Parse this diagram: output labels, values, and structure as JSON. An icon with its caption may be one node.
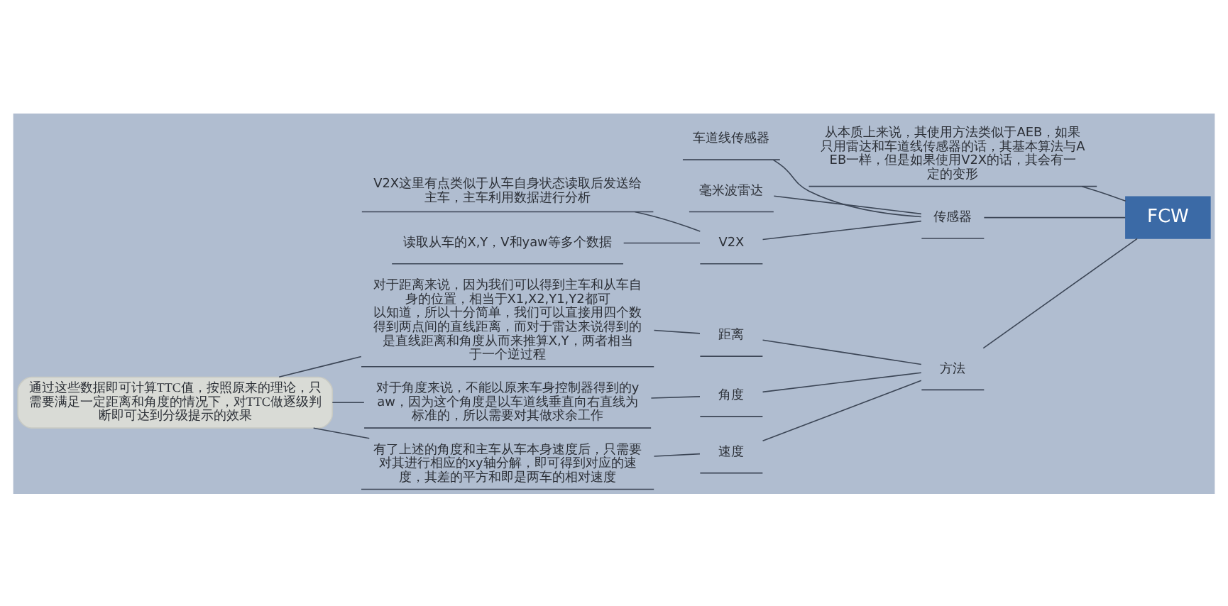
{
  "diagram": {
    "nodes": [
      {
        "text": [
          "FCW"
        ]
      },
      {
        "text": [
          "从本质上来说，其使用方法类似于AEB，如果只用雷达和车道线传感器的话，其基本算法与AEB一样，但是如果使用V2X的话，其会有一定的变形"
        ]
      },
      {
        "text": [
          "传感器"
        ]
      },
      {
        "text": [
          "车道线传感器"
        ]
      },
      {
        "text": [
          "毫米波雷达"
        ]
      },
      {
        "text": [
          "V2X"
        ]
      },
      {
        "text": [
          "V2X这里有点类似于从车自身状态读取后发送给主车，主车利用数据进行分析"
        ]
      },
      {
        "text": [
          "读取从车的X,Y，V和yaw等多个数据"
        ]
      },
      {
        "text": [
          "方法"
        ]
      },
      {
        "text": [
          "距离"
        ]
      },
      {
        "text": [
          "对于距离来说，因为我们可以得到主车和从车自身的位置，相当于X1,X2,Y1,Y2都可以知道，所以十分简单，我们可以直接用四个数得到两点间的直线距离，而对于雷达来说得到的是直线距离和角度从而来推算X,Y，两者相当于一个逆过程"
        ]
      },
      {
        "text": [
          "角度"
        ]
      },
      {
        "text": [
          "对于角度来说，不能以原来车身控制器得到的yaw，因为这个角度是以车道线垂直向右直线为标准的，所以需要对其做求余工作"
        ]
      },
      {
        "text": [
          "速度"
        ]
      },
      {
        "text": [
          "有了上述的角度和主车从车本身速度后，只需要对其进行相应的xy轴分解，即可得到对应的速度，其差的平方和即是两车的相对速度"
        ]
      },
      {
        "text": [
          "通过这些数据即可计算TTC值，按照原来的理论，只需要满足一定距离和角度的情况下，对TTC做逐级判断即可达到分级提示的效果"
        ]
      }
    ],
    "edges": [
      {
        "from": 0,
        "to": 1,
        "arrow": "none"
      },
      {
        "from": 0,
        "to": 2,
        "arrow": "none"
      },
      {
        "from": 2,
        "to": 3,
        "arrow": "none"
      },
      {
        "from": 2,
        "to": 4,
        "arrow": "none"
      },
      {
        "from": 2,
        "to": 5,
        "arrow": "none"
      },
      {
        "from": 5,
        "to": 6,
        "arrow": "none"
      },
      {
        "from": 5,
        "to": 7,
        "arrow": "none"
      },
      {
        "from": 0,
        "to": 8,
        "arrow": "none"
      },
      {
        "from": 8,
        "to": 9,
        "arrow": "none"
      },
      {
        "from": 9,
        "to": 10,
        "arrow": "none"
      },
      {
        "from": 8,
        "to": 11,
        "arrow": "none"
      },
      {
        "from": 11,
        "to": 12,
        "arrow": "none"
      },
      {
        "from": 8,
        "to": 13,
        "arrow": "none"
      },
      {
        "from": 13,
        "to": 14,
        "arrow": "none"
      },
      {
        "from": 10,
        "to": 15,
        "arrow": "none"
      },
      {
        "from": 12,
        "to": 15,
        "arrow": "none"
      },
      {
        "from": 14,
        "to": 15,
        "arrow": "none"
      }
    ]
  }
}
